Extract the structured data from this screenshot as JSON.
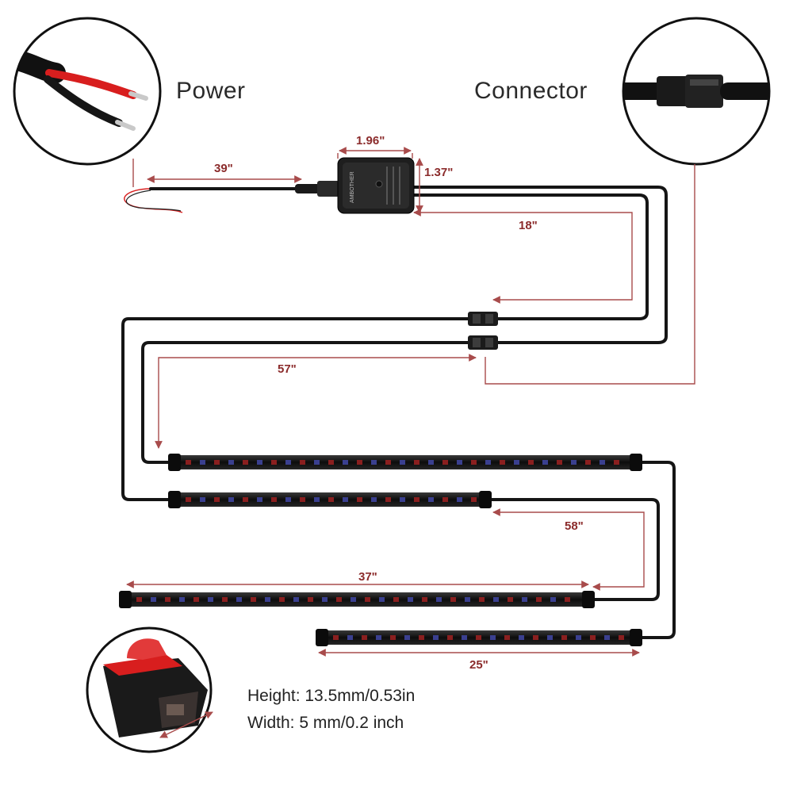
{
  "labels": {
    "power": "Power",
    "connector": "Connector",
    "controller_label": "AMBOTHER"
  },
  "dimensions": {
    "control_box_width": "1.96\"",
    "control_box_height": "1.37\"",
    "power_cable": "39\"",
    "branch_cable": "18\"",
    "long_cable": "57\"",
    "strip_link_cable": "58\"",
    "strip_37": "37\"",
    "strip_25": "25\""
  },
  "specs": {
    "height": "Height: 13.5mm/0.53in",
    "width": "Width: 5 mm/0.2 inch"
  },
  "colors": {
    "dimension_red": "#8b2b2b",
    "cable": "#151515",
    "wire_red": "#d81e1e",
    "led_red": "#8a1f1f",
    "led_blue": "#3a3f8f"
  }
}
